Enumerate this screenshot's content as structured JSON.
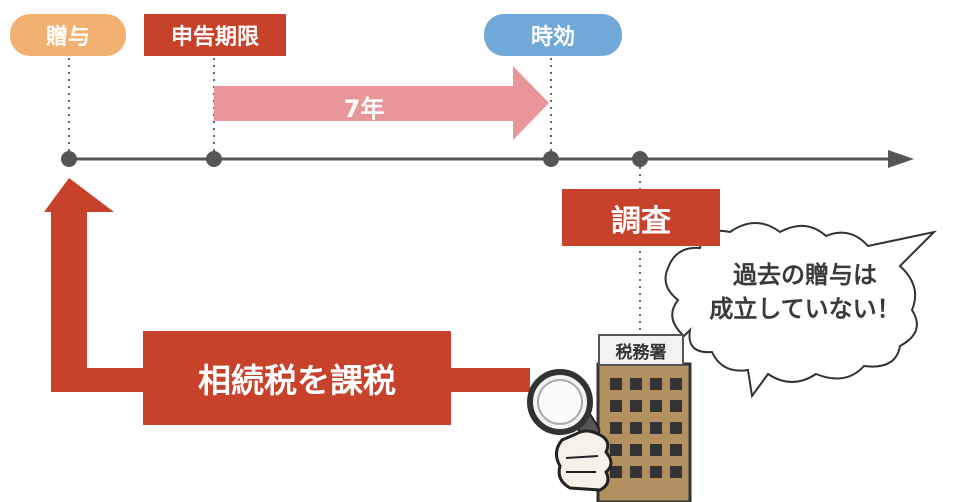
{
  "timeline": {
    "labels": {
      "gift": "贈与",
      "filing_deadline": "申告期限",
      "statute_of_limitations": "時効"
    },
    "period_arrow_label": "7年",
    "investigation_label": "調査",
    "taxation_label": "相続税を課税"
  },
  "speech_bubble": {
    "line1": "過去の贈与は",
    "line2": "成立していない！"
  },
  "tax_office": {
    "sign": "税務署"
  },
  "colors": {
    "gift_pill": "#f2b170",
    "filing_box": "#c8412a",
    "limitation_pill": "#70a8d8",
    "period_arrow": "#e8969a",
    "investigation_box": "#c8412a",
    "taxation_arrow": "#c8412a",
    "timeline_line": "#555555",
    "building": "#b39060"
  },
  "icons": [
    "magnifying-glass-icon",
    "tax-office-building-icon",
    "pointing-hand-icon"
  ]
}
